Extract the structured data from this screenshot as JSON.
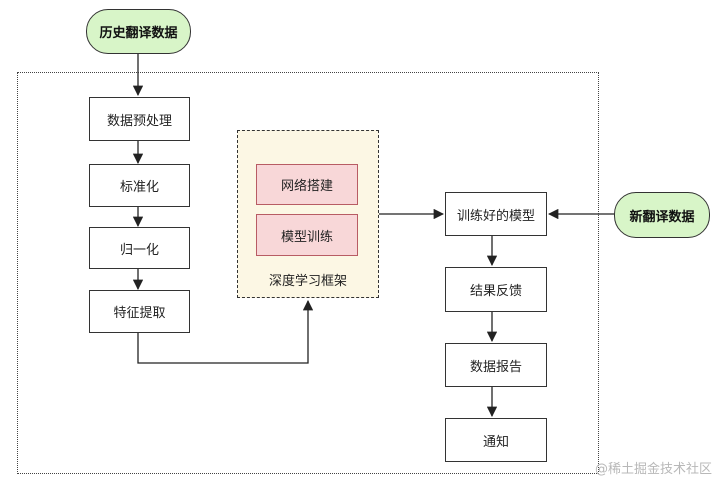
{
  "nodes": {
    "history_data": "历史翻译数据",
    "preprocess": "数据预处理",
    "standardize": "标准化",
    "normalize": "归一化",
    "feature_extract": "特征提取",
    "network_build": "网络搭建",
    "model_train": "模型训练",
    "framework_label": "深度学习框架",
    "trained_model": "训练好的模型",
    "new_data": "新翻译数据",
    "feedback": "结果反馈",
    "report": "数据报告",
    "notify": "通知"
  },
  "watermark": "@稀土掘金技术社区",
  "colors": {
    "pill_fill": "#d8f5c8",
    "framework_fill": "#fcf7e4",
    "pink_fill": "#f8d7d8",
    "pink_border": "#b85c64"
  }
}
